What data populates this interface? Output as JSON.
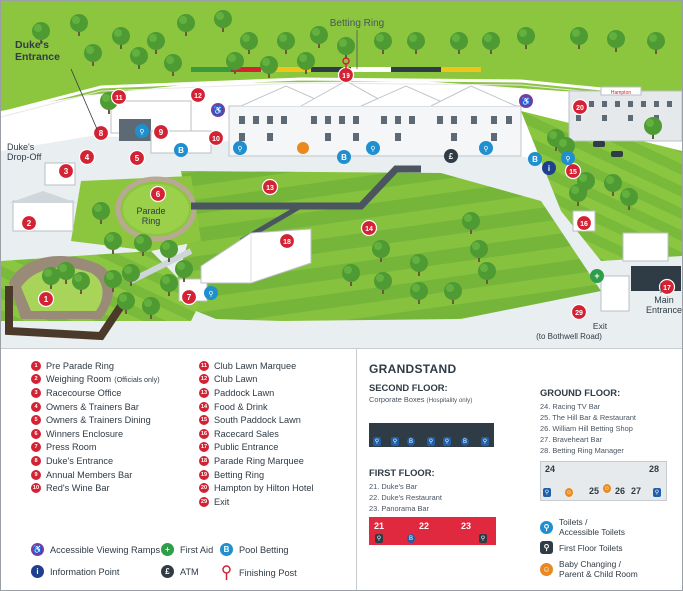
{
  "map_labels": {
    "betting_ring": "Betting Ring",
    "dukes_entrance": "Duke's\nEntrance",
    "dukes_dropoff": "Duke's\nDrop-Off",
    "parade_ring": "Parade\nRing",
    "main_entrance": "Main\nEntrance",
    "exit": "Exit",
    "exit_sub": "(to Bothwell Road)",
    "hotel_sign": "Hampton",
    "atm_symbol": "£",
    "info_symbol": "i",
    "betting_symbol": "B",
    "first_aid_symbol": "+"
  },
  "colors": {
    "grass_light": "#8cc63f",
    "grass_dark": "#6db33f",
    "path": "#4a5560",
    "track": "#9a8b78",
    "marker": "#d32234",
    "accessible": "#7a3e9d",
    "toilets": "#1f8fcf",
    "betting": "#1f8fcf",
    "info": "#1f3f8f",
    "first_aid": "#2e9e4a",
    "baby": "#e88a1f",
    "atm": "#2f3b45"
  },
  "legend": {
    "col1": [
      {
        "n": "1",
        "label": "Pre Parade Ring",
        "note": ""
      },
      {
        "n": "2",
        "label": "Weighing Room",
        "note": "(Officials only)"
      },
      {
        "n": "3",
        "label": "Racecourse Office",
        "note": ""
      },
      {
        "n": "4",
        "label": "Owners & Trainers Bar",
        "note": ""
      },
      {
        "n": "5",
        "label": "Owners & Trainers Dining",
        "note": ""
      },
      {
        "n": "6",
        "label": "Winners Enclosure",
        "note": ""
      },
      {
        "n": "7",
        "label": "Press Room",
        "note": ""
      },
      {
        "n": "8",
        "label": "Duke's Entrance",
        "note": ""
      },
      {
        "n": "9",
        "label": "Annual Members Bar",
        "note": ""
      },
      {
        "n": "10",
        "label": "Red's Wine Bar",
        "note": ""
      }
    ],
    "col2": [
      {
        "n": "11",
        "label": "Club Lawn Marquee"
      },
      {
        "n": "12",
        "label": "Club Lawn"
      },
      {
        "n": "13",
        "label": "Paddock Lawn"
      },
      {
        "n": "14",
        "label": "Food & Drink"
      },
      {
        "n": "15",
        "label": "South Paddock Lawn"
      },
      {
        "n": "16",
        "label": "Racecard Sales"
      },
      {
        "n": "17",
        "label": "Public Entrance"
      },
      {
        "n": "18",
        "label": "Parade Ring Marquee"
      },
      {
        "n": "19",
        "label": "Betting Ring"
      },
      {
        "n": "20",
        "label": "Hampton by Hilton Hotel"
      },
      {
        "n": "29",
        "label": "Exit"
      }
    ],
    "icons": {
      "ramps": {
        "label": "Accessible Viewing Ramps",
        "symbol": "♿"
      },
      "first_aid": {
        "label": "First Aid",
        "symbol": "+"
      },
      "pool_betting": {
        "label": "Pool Betting",
        "symbol": "B"
      },
      "info": {
        "label": "Information Point",
        "symbol": "i"
      },
      "atm": {
        "label": "ATM",
        "symbol": "£"
      },
      "finishing": {
        "label": "Finishing Post"
      }
    }
  },
  "grandstand": {
    "title": "GRANDSTAND",
    "second_floor": {
      "heading": "SECOND FLOOR:",
      "text": "Corporate Boxes",
      "note": "(Hospitality only)"
    },
    "first_floor": {
      "heading": "FIRST FLOOR:",
      "items": [
        "21. Duke's Bar",
        "22. Duke's Restaurant",
        "23. Panorama Bar"
      ],
      "bar_numbers": [
        "21",
        "22",
        "23"
      ]
    },
    "ground_floor": {
      "heading": "GROUND FLOOR:",
      "items": [
        "24. Racing TV Bar",
        "25. The Hill Bar & Restaurant",
        "26. William Hill Betting Shop",
        "27. Braveheart Bar",
        "28. Betting Ring Manager"
      ],
      "bar_numbers": [
        "24",
        "28",
        "25",
        "26",
        "27"
      ]
    },
    "key": {
      "toilets": "Toilets /\nAccessible Toilets",
      "first_floor_toilets": "First Floor Toilets",
      "baby": "Baby Changing /\nParent & Child Room"
    }
  }
}
